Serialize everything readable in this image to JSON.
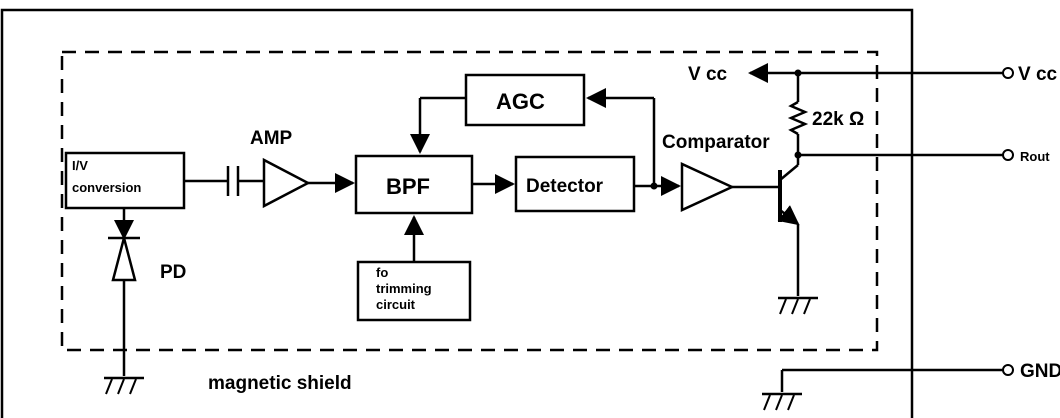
{
  "blocks": {
    "iv_line1": "I/V",
    "iv_line2": "conversion",
    "amp": "AMP",
    "bpf": "BPF",
    "detector": "Detector",
    "agc": "AGC",
    "comparator": "Comparator",
    "fo_line1": "fo",
    "fo_line2": "trimming",
    "fo_line3": "circuit",
    "pd": "PD",
    "resistor": "22k Ω",
    "vcc_internal": "V cc"
  },
  "terminals": {
    "vcc": "V cc",
    "rout": "Rout",
    "gnd": "GND"
  },
  "shield_label": "magnetic shield"
}
